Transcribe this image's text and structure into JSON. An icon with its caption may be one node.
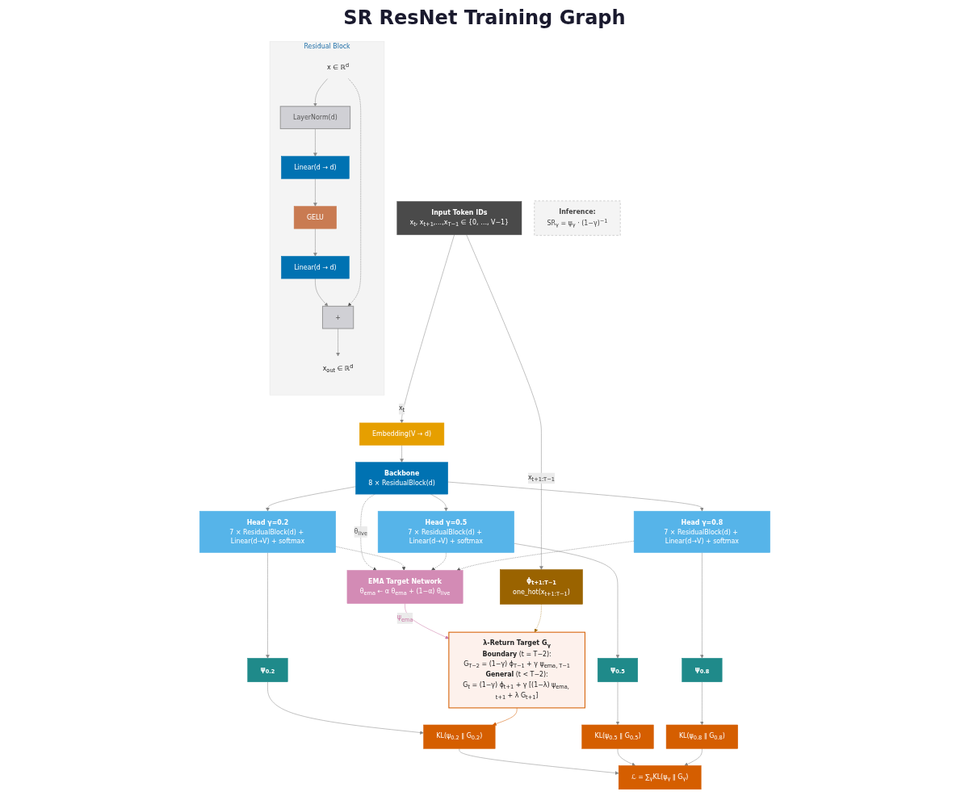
{
  "diagram": {
    "title": "SR ResNet Training Graph",
    "nodes": [
      {
        "text": [
          "Residual Block"
        ]
      },
      {
        "text": [
          "x ∈ ℝ$^{d}$"
        ],
        "in": 0
      },
      {
        "text": [
          "LayerNorm(d)"
        ],
        "in": 0
      },
      {
        "text": [
          "Linear(d → d)"
        ],
        "in": 0
      },
      {
        "text": [
          "GELU"
        ],
        "in": 0
      },
      {
        "text": [
          "Linear(d → d)"
        ],
        "in": 0
      },
      {
        "text": [
          "+"
        ],
        "in": 0
      },
      {
        "text": [
          "x$_{out}$ ∈ ℝ$^{d}$"
        ],
        "in": 0
      },
      {
        "text": [
          "ϕ$_{t+1:T−1}$",
          "one_hot(x$_{t+1:T−1}$)"
        ]
      },
      {
        "text": [
          "Input Token IDs",
          "x$_{t}$, x$_{t+1}$,…,x$_{T−1}$ ∈ {0, …, V−1}"
        ]
      },
      {
        "text": [
          "Embedding(V → d)"
        ]
      },
      {
        "text": [
          "Backbone",
          "8 × ResidualBlock(d)"
        ]
      },
      {
        "text": [
          "Head γ=0.2",
          "7 × ResidualBlock(d) + Linear(d→V) + softmax"
        ]
      },
      {
        "text": [
          "Head γ=0.5",
          "7 × ResidualBlock(d) + Linear(d→V) + softmax"
        ]
      },
      {
        "text": [
          "Head γ=0.8",
          "7 × ResidualBlock(d) + Linear(d→V) + softmax"
        ]
      },
      {
        "text": [
          "ψ$_{0.2}$"
        ]
      },
      {
        "text": [
          "ψ$_{0.5}$"
        ]
      },
      {
        "text": [
          "ψ$_{0.8}$"
        ]
      },
      {
        "text": [
          "KL(ψ$_{0.2}$ ∥ G$_{0.2}$)"
        ]
      },
      {
        "text": [
          "KL(ψ$_{0.5}$ ∥ G$_{0.5}$)"
        ]
      },
      {
        "text": [
          "KL(ψ$_{0.8}$ ∥ G$_{0.8}$)"
        ]
      },
      {
        "text": [
          "ℒ = ∑$_{γ}$KL(ψ$_{γ}$ ∥ G$_{γ}$)"
        ]
      },
      {
        "text": [
          "Inference:",
          "SR$_{γ}$ = ψ$_{γ}$ · (1−γ)$^{−1}$"
        ]
      },
      {
        "text": [
          "EMA Target Network",
          "θ$_{ema}$ ← α θ$_{ema}$ + (1−α) θ$_{live}$"
        ]
      },
      {
        "text": [
          "λ-Return Target G$_{γ}$",
          "**Boundary** (t = T−2):",
          "G$_{T−2}$ = (1−γ) ϕ$_{T−1}$ + γ ψ$_{ema, T−1}$",
          "**General** (t < T−2):",
          "G$_{t}$ = (1−γ) ϕ$_{t+1}$ + γ [(1−λ) ψ$_{ema, t+1}$ + λ G$_{t+1}$]"
        ]
      }
    ],
    "edges": [
      {
        "from": 1,
        "to": 2,
        "arrow": "to"
      },
      {
        "from": 2,
        "to": 3,
        "arrow": "to"
      },
      {
        "from": 3,
        "to": 4,
        "arrow": "to"
      },
      {
        "from": 4,
        "to": 5,
        "arrow": "to"
      },
      {
        "from": 5,
        "to": 6,
        "arrow": "to"
      },
      {
        "from": 1,
        "to": 6,
        "arrow": "to",
        "style": "dashed",
        "color": "#555555"
      },
      {
        "from": 6,
        "to": 7,
        "arrow": "to"
      },
      {
        "from": 9,
        "to": 8,
        "arrow": "to",
        "label": "x$_{t+1:T−1}$"
      },
      {
        "from": 9,
        "to": 10,
        "arrow": "to",
        "label": "x$_{t}$"
      },
      {
        "from": 10,
        "to": 11,
        "arrow": "to"
      },
      {
        "from": 11,
        "to": 12,
        "arrow": "to"
      },
      {
        "from": 11,
        "to": 13,
        "arrow": "to"
      },
      {
        "from": 11,
        "to": 14,
        "arrow": "to"
      },
      {
        "from": 12,
        "to": 15,
        "arrow": "to"
      },
      {
        "from": 13,
        "to": 16,
        "arrow": "to"
      },
      {
        "from": 14,
        "to": 17,
        "arrow": "to"
      },
      {
        "from": 15,
        "to": 18,
        "arrow": "to"
      },
      {
        "from": 16,
        "to": 19,
        "arrow": "to"
      },
      {
        "from": 17,
        "to": 20,
        "arrow": "to"
      },
      {
        "from": 18,
        "to": 21,
        "arrow": "to"
      },
      {
        "from": 19,
        "to": 21,
        "arrow": "to"
      },
      {
        "from": 20,
        "to": 21,
        "arrow": "to"
      },
      {
        "from": 11,
        "to": 23,
        "arrow": "to",
        "label": "θ$_{live}$",
        "style": "dashed",
        "color": "#555555"
      },
      {
        "from": 12,
        "to": 23,
        "arrow": "to",
        "style": "dashed",
        "color": "#555555"
      },
      {
        "from": 13,
        "to": 23,
        "arrow": "to",
        "style": "dashed",
        "color": "#555555"
      },
      {
        "from": 14,
        "to": 23,
        "arrow": "to",
        "style": "dashed",
        "color": "#555555"
      },
      {
        "from": 23,
        "to": 24,
        "arrow": "to",
        "label": "ψ$_{ema}$",
        "color": "#cc79a7"
      },
      {
        "from": 8,
        "to": 24,
        "arrow": "to",
        "style": "dashed",
        "color": "#a06a00"
      },
      {
        "from": 24,
        "to": 18,
        "arrow": "to",
        "color": "#d55e00"
      }
    ]
  }
}
